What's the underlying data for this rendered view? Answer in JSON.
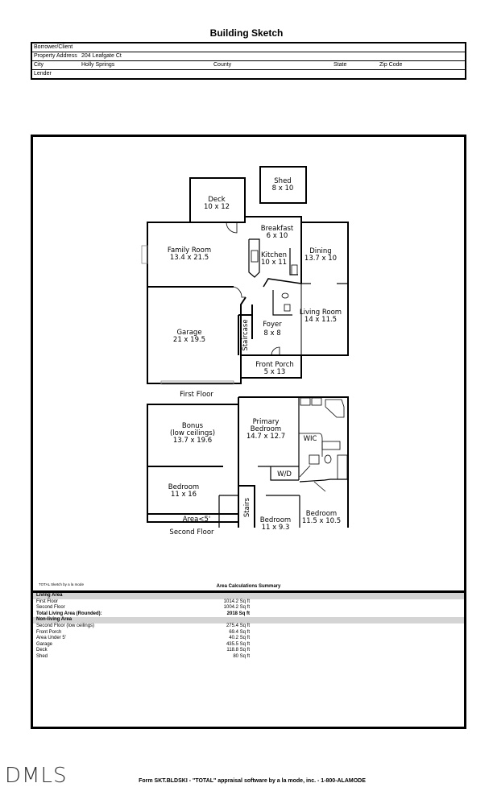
{
  "title": "Building Sketch",
  "header": {
    "borrower_label": "Borrower/Client",
    "address_label": "Property Address",
    "address_value": "204 Leafgate Ct",
    "city_label": "City",
    "city_value": "Holly Springs",
    "county_label": "County",
    "state_label": "State",
    "zip_label": "Zip Code",
    "lender_label": "Lender"
  },
  "plan": {
    "first_floor_label": "First Floor",
    "second_floor_label": "Second Floor",
    "rooms": {
      "shed": [
        "Shed",
        "8 x 10"
      ],
      "deck": [
        "Deck",
        "10 x 12"
      ],
      "breakfast": [
        "Breakfast",
        "6 x 10"
      ],
      "family": [
        "Family Room",
        "13.4 x 21.5"
      ],
      "kitchen": [
        "Kitchen",
        "10 x 11"
      ],
      "dining": [
        "Dining",
        "13.7 x 10"
      ],
      "living": [
        "Living Room",
        "14 x 11.5"
      ],
      "foyer": [
        "Foyer",
        "8 x 8"
      ],
      "garage": [
        "Garage",
        "21 x 19.5"
      ],
      "staircase": "Staircase",
      "porch": [
        "Front Porch",
        "5 x 13"
      ],
      "bonus": [
        "Bonus",
        "(low ceilings)",
        "13.7 x 19.6"
      ],
      "primary": [
        "Primary",
        "Bedroom",
        "14.7 x 12.7"
      ],
      "wic": "WIC",
      "wd": "W/D",
      "bed1": [
        "Bedroom",
        "11 x 16"
      ],
      "stairs": "Stairs",
      "bed2": [
        "Bedroom",
        "11 x 9.3"
      ],
      "bed3": [
        "Bedroom",
        "11.5 x 10.5"
      ],
      "area5": "Area<5'"
    }
  },
  "calc": {
    "note": "TOTAL Sketch by a la mode",
    "title": "Area Calculations Summary",
    "living_header": "Living Area",
    "living": [
      {
        "label": "First Floor",
        "value": "1014.2 Sq ft"
      },
      {
        "label": "Second Floor",
        "value": "1004.2 Sq ft"
      }
    ],
    "total": {
      "label": "Total Living Area (Rounded):",
      "value": "2018 Sq ft"
    },
    "nonliving_header": "Non-living Area",
    "nonliving": [
      {
        "label": "Second Floor (low ceilings)",
        "value": "275.4 Sq ft"
      },
      {
        "label": "Front Porch",
        "value": "69.4 Sq ft"
      },
      {
        "label": "Area Under 5'",
        "value": "40.2 Sq ft"
      },
      {
        "label": "Garage",
        "value": "435.5 Sq ft"
      },
      {
        "label": "Deck",
        "value": "118.8 Sq ft"
      },
      {
        "label": "Shed",
        "value": "80 Sq ft"
      }
    ]
  },
  "logo": "DMLS",
  "footer": "Form SKT.BLDSKI - \"TOTAL\" appraisal software by a la mode, inc. - 1-800-ALAMODE"
}
